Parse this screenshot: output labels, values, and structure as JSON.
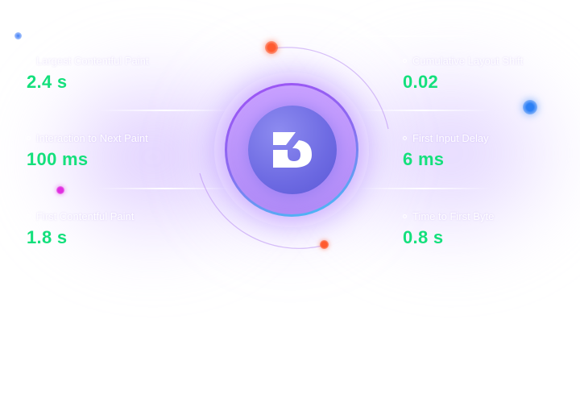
{
  "metrics_left": [
    {
      "label": "Largest Contentful Paint",
      "value": "2.4 s"
    },
    {
      "label": "Interaction to Next Paint",
      "value": "100 ms"
    },
    {
      "label": "First Contentful Paint",
      "value": "1.8 s"
    }
  ],
  "metrics_right": [
    {
      "label": "Cumulative Layout Shift",
      "value": "0.02"
    },
    {
      "label": "First Input Delay",
      "value": "6 ms"
    },
    {
      "label": "Time to First Byte",
      "value": "0.8 s"
    }
  ],
  "colors": {
    "value_green": "#14e07c",
    "core_purple": "#6d6ae2",
    "ring_violet": "#a050f5",
    "ring_cyan": "#3fc7f5",
    "accent_orange": "#ff5a2e",
    "accent_blue": "#2a7ff5",
    "accent_magenta": "#e02de0"
  },
  "icons": [
    "metric-dot-icon",
    "brand-logo-icon"
  ]
}
